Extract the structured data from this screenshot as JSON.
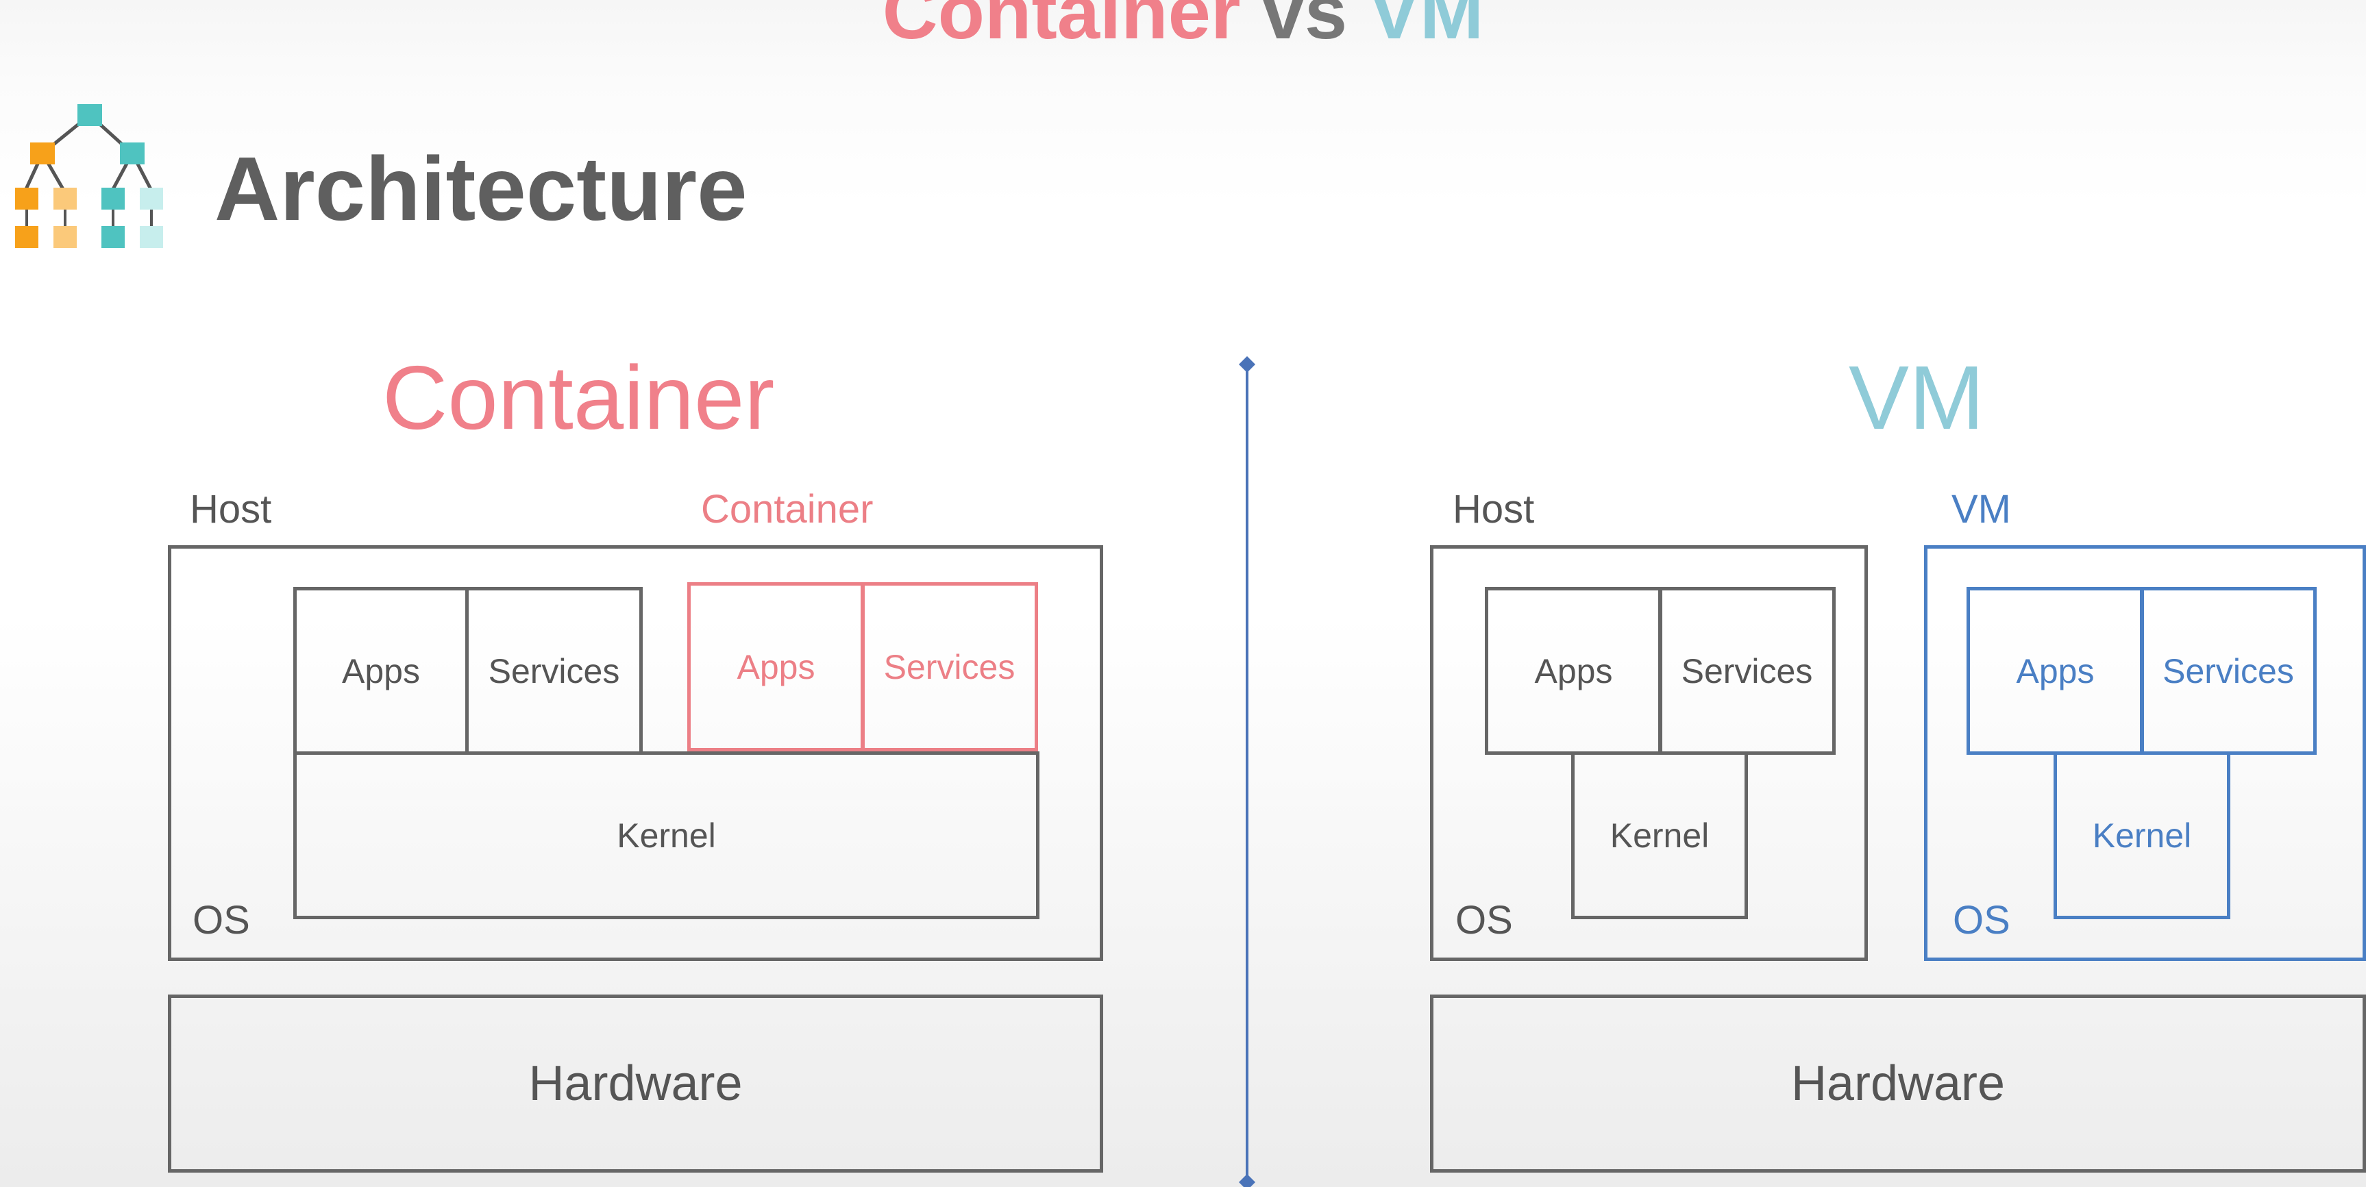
{
  "title": {
    "part1": "Container",
    "part2": "vs",
    "part3": "VM"
  },
  "heading": "Architecture",
  "container": {
    "title": "Container",
    "host_label": "Host",
    "container_label": "Container",
    "host_apps": "Apps",
    "host_services": "Services",
    "c_apps": "Apps",
    "c_services": "Services",
    "kernel": "Kernel",
    "os": "OS",
    "hardware": "Hardware"
  },
  "vm": {
    "title": "VM",
    "host_label": "Host",
    "vm_label": "VM",
    "host_apps": "Apps",
    "host_services": "Services",
    "host_kernel": "Kernel",
    "host_os": "OS",
    "vm_apps": "Apps",
    "vm_services": "Services",
    "vm_kernel": "Kernel",
    "vm_os": "OS",
    "hardware": "Hardware"
  },
  "colors": {
    "container_accent": "#f0808a",
    "vm_accent": "#8fcbd8",
    "vm_box": "#4a7fc4",
    "neutral": "#666666",
    "logo_orange": "#f7a11a",
    "logo_light_orange": "#fbc97a",
    "logo_teal": "#4fc3c0",
    "logo_light_teal": "#c7eeed"
  }
}
